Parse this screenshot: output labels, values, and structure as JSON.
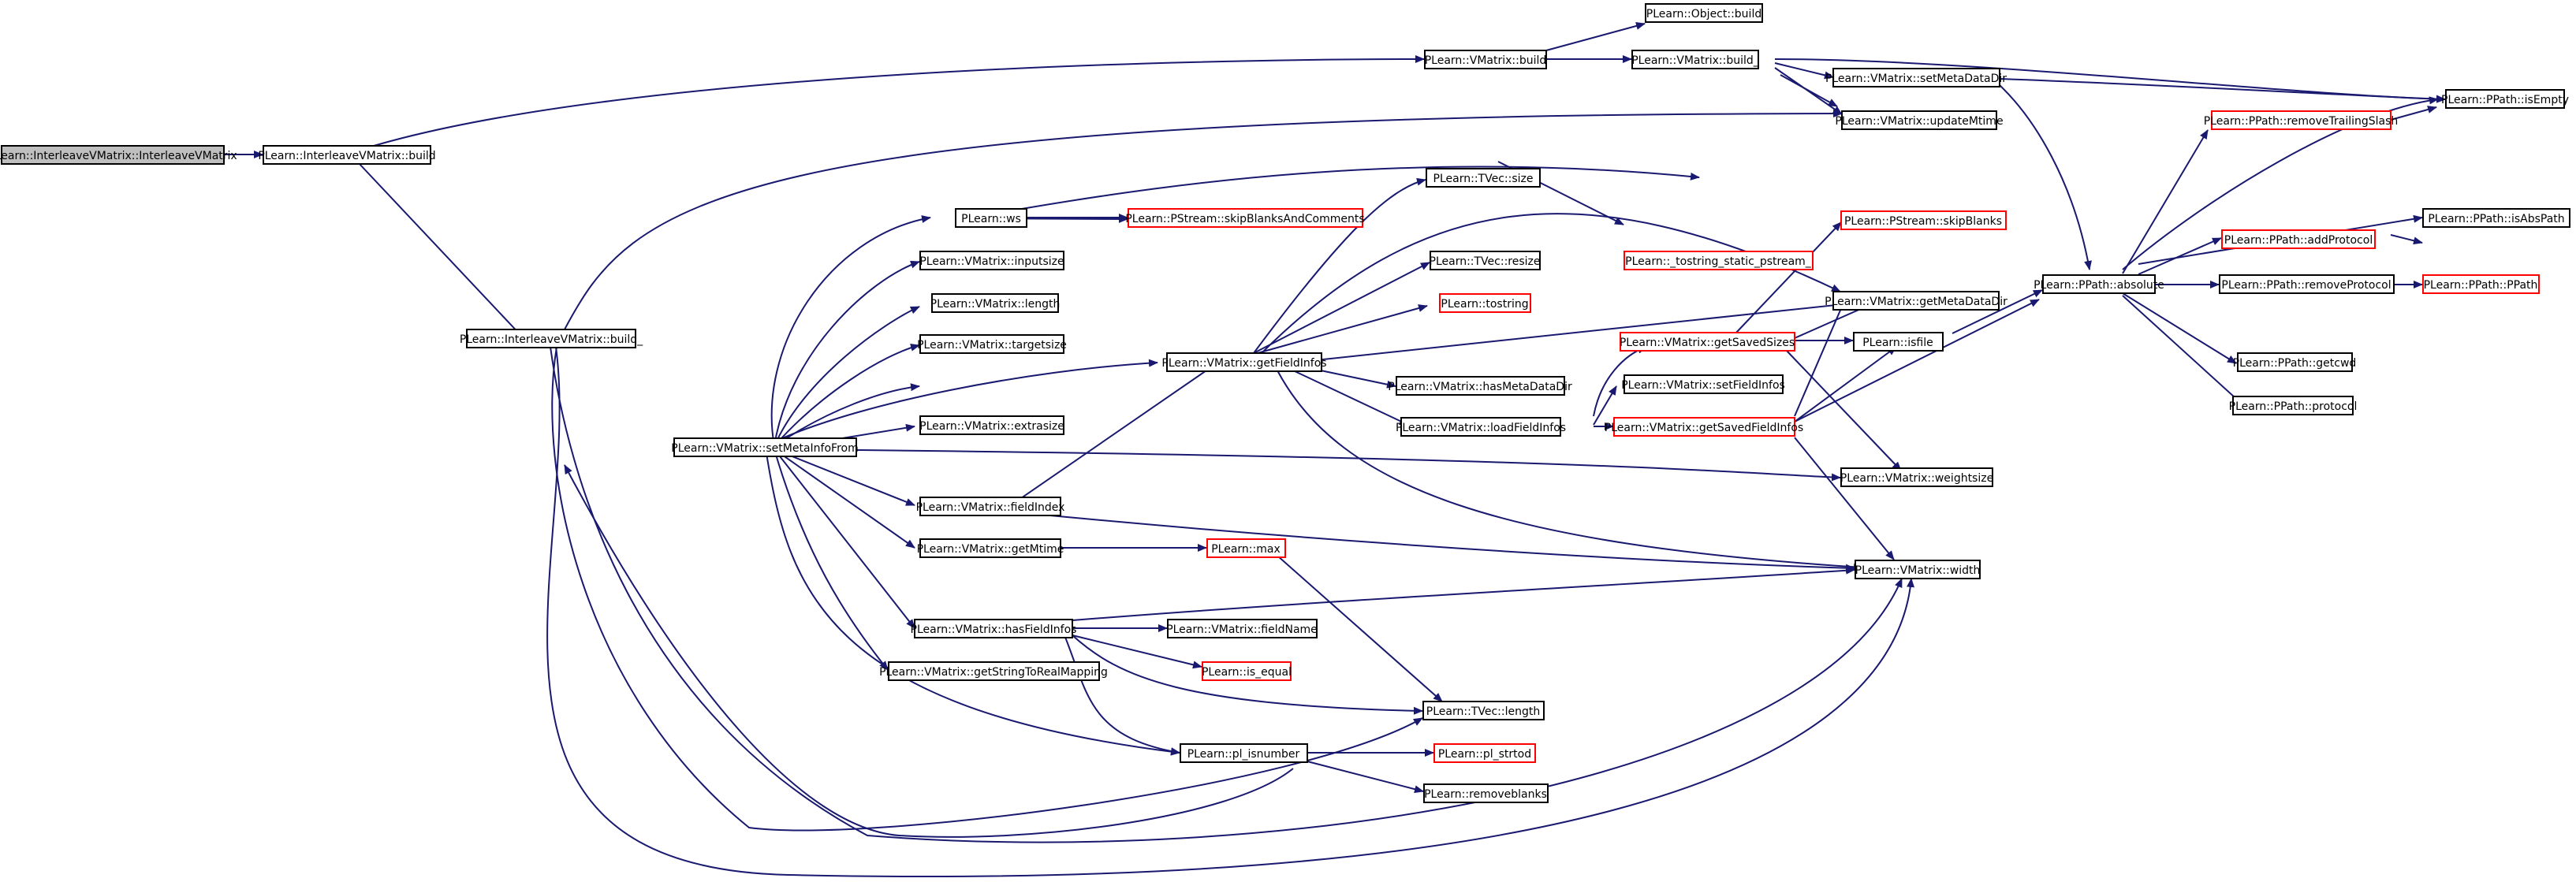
{
  "colors": {
    "edge": "#191970",
    "node_border": "#000000",
    "highlight_border": "#ff0000",
    "root_fill": "#bfbfbf",
    "background": "#ffffff"
  },
  "nodes": {
    "root": "PLearn::InterleaveVMatrix::InterleaveVMatrix",
    "ivm_build": "PLearn::InterleaveVMatrix::build",
    "ivm_build_": "PLearn::InterleaveVMatrix::build_",
    "vm_build": "PLearn::VMatrix::build",
    "obj_build": "PLearn::Object::build",
    "vm_build_": "PLearn::VMatrix::build_",
    "setMetaDataDir": "PLearn::VMatrix::setMetaDataDir",
    "updateMtime": "PLearn::VMatrix::updateMtime",
    "isEmpty": "PLearn::PPath::isEmpty",
    "removeTrailingSlash": "PLearn::PPath::removeTrailingSlash",
    "ws": "PLearn::ws",
    "skipBlanksAndComments": "PLearn::PStream::skipBlanksAndComments",
    "tvec_size": "PLearn::TVec::size",
    "skipBlanks": "PLearn::PStream::skipBlanks",
    "isAbsPath": "PLearn::PPath::isAbsPath",
    "addProtocol": "PLearn::PPath::addProtocol",
    "inputsize": "PLearn::VMatrix::inputsize",
    "tvec_resize": "PLearn::TVec::resize",
    "tostring_static": "PLearn::_tostring_static_pstream_",
    "length": "PLearn::VMatrix::length",
    "tostring": "PLearn::tostring",
    "absolute": "PLearn::PPath::absolute",
    "removeProtocol": "PLearn::PPath::removeProtocol",
    "ppath": "PLearn::PPath::PPath",
    "getMetaDataDir": "PLearn::VMatrix::getMetaDataDir",
    "targetsize": "PLearn::VMatrix::targetsize",
    "getSavedSizes": "PLearn::VMatrix::getSavedSizes",
    "isfile": "PLearn::isfile",
    "getFieldInfos": "PLearn::VMatrix::getFieldInfos",
    "hasMetaDataDir": "PLearn::VMatrix::hasMetaDataDir",
    "getcwd": "PLearn::PPath::getcwd",
    "setFieldInfos": "PLearn::VMatrix::setFieldInfos",
    "protocol": "PLearn::PPath::protocol",
    "extrasize": "PLearn::VMatrix::extrasize",
    "loadFieldInfos": "PLearn::VMatrix::loadFieldInfos",
    "getSavedFieldInfos": "PLearn::VMatrix::getSavedFieldInfos",
    "setMetaInfoFrom": "PLearn::VMatrix::setMetaInfoFrom",
    "weightsize": "PLearn::VMatrix::weightsize",
    "fieldIndex": "PLearn::VMatrix::fieldIndex",
    "getMtime": "PLearn::VMatrix::getMtime",
    "max": "PLearn::max",
    "width": "PLearn::VMatrix::width",
    "hasFieldInfos": "PLearn::VMatrix::hasFieldInfos",
    "fieldName": "PLearn::VMatrix::fieldName",
    "is_equal": "PLearn::is_equal",
    "getStringToRealMapping": "PLearn::VMatrix::getStringToRealMapping",
    "tvec_length": "PLearn::TVec::length",
    "pl_isnumber": "PLearn::pl_isnumber",
    "pl_strtod": "PLearn::pl_strtod",
    "removeblanks": "PLearn::removeblanks"
  }
}
